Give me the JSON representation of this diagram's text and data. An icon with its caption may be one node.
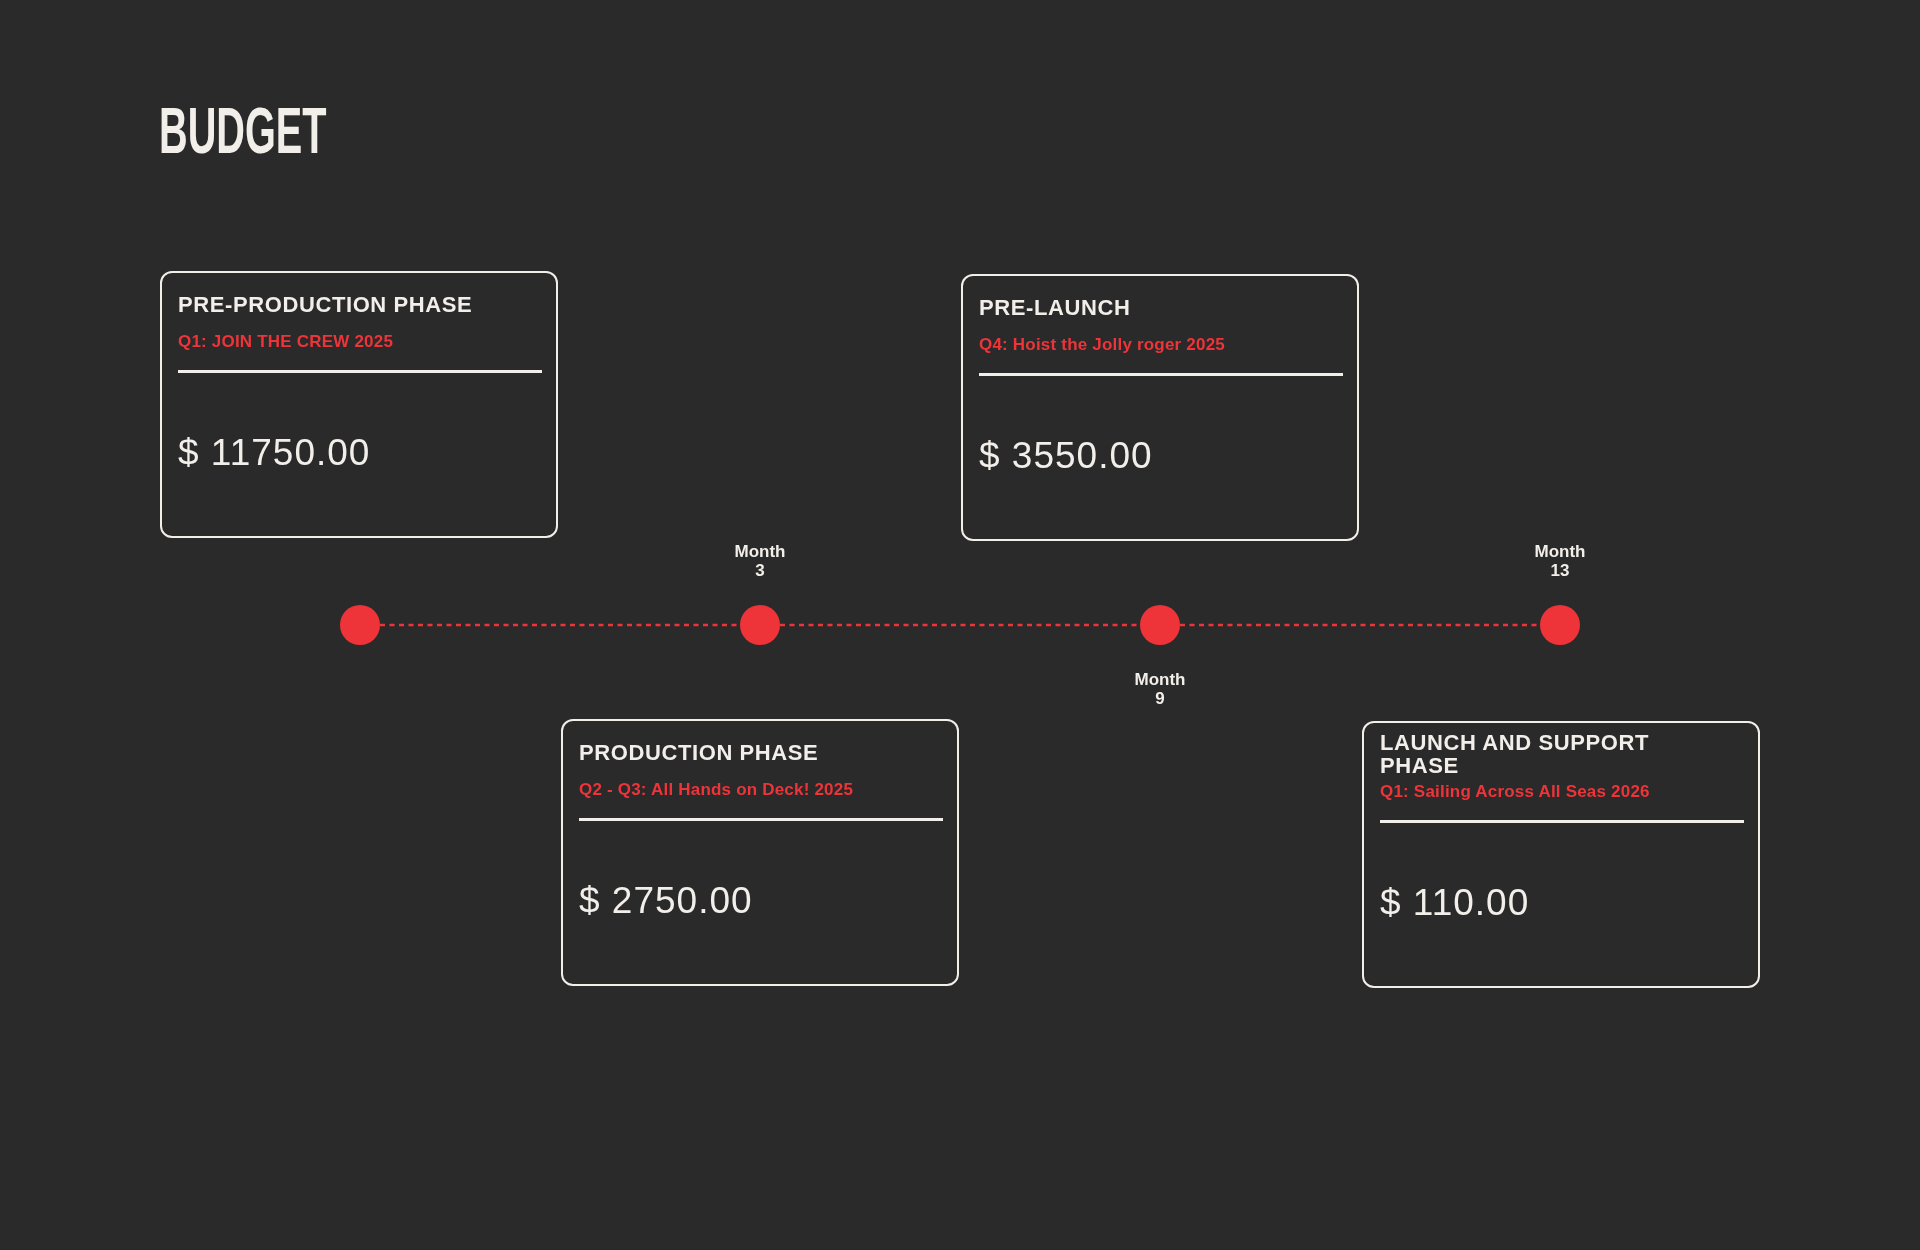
{
  "diagram": {
    "title": "BUDGET",
    "nodes": [
      {
        "text": [
          "PRE-PRODUCTION PHASE",
          "Q1: JOIN THE CREW 2025",
          "$ 11750.00"
        ]
      },
      {
        "text": [
          "PRE-LAUNCH",
          "Q4: Hoist the Jolly roger 2025",
          "$ 3550.00"
        ]
      },
      {
        "text": [],
        "shape": "circle"
      },
      {
        "text": [],
        "shape": "circle",
        "beside": [
          "Month 3"
        ]
      },
      {
        "text": [],
        "shape": "circle",
        "beside": [
          "Month 9"
        ]
      },
      {
        "text": [],
        "shape": "circle",
        "beside": [
          "Month 13"
        ]
      },
      {
        "text": [
          "PRODUCTION PHASE",
          "Q2 - Q3: All Hands on Deck! 2025",
          "$ 2750.00"
        ]
      },
      {
        "text": [
          "LAUNCH AND SUPPORT PHASE",
          "Q1: Sailing Across All Seas 2026",
          "$ 110.00"
        ]
      }
    ],
    "edges": [
      {
        "from": 2,
        "to": 3,
        "arrow": "none",
        "style": "dashed"
      },
      {
        "from": 3,
        "to": 4,
        "arrow": "none",
        "style": "dashed"
      },
      {
        "from": 4,
        "to": 5,
        "arrow": "none",
        "style": "dashed"
      }
    ]
  }
}
